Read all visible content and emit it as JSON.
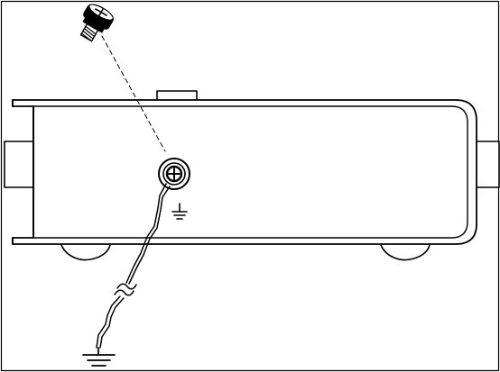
{
  "diagram": {
    "kind": "technical-line-drawing",
    "subject": "device-ground-screw-installation",
    "stroke_color": "#000000",
    "background_color": "#ffffff",
    "elements": [
      "frame-border",
      "device-enclosure",
      "left-side-connector",
      "right-side-connector",
      "top-tab",
      "left-bottom-foot",
      "right-bottom-foot",
      "ground-screw",
      "screw-insertion-guide",
      "ground-terminal",
      "chassis-ground-symbol",
      "ground-wire",
      "earth-ground-symbol"
    ]
  }
}
